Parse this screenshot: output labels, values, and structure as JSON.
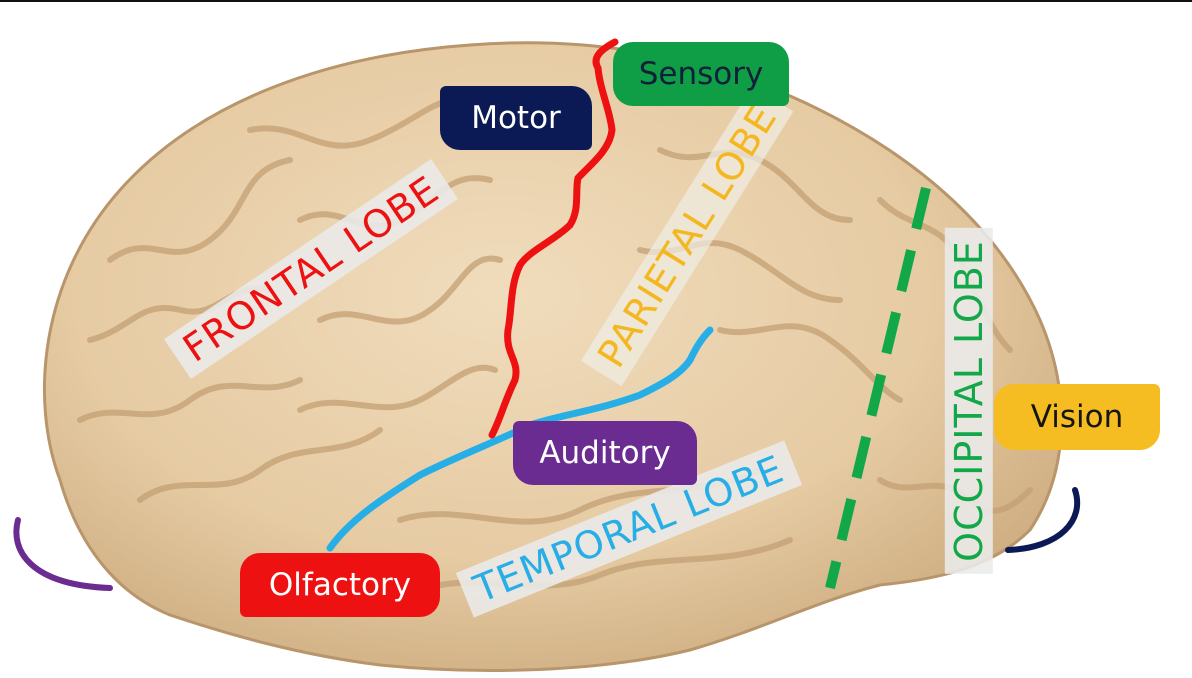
{
  "functions": {
    "motor": "Motor",
    "sensory": "Sensory",
    "auditory": "Auditory",
    "olfactory": "Olfactory",
    "vision": "Vision"
  },
  "lobes": {
    "frontal": "FRONTAL LOBE",
    "parietal": "PARIETAL LOBE",
    "temporal": "TEMPORAL LOBE",
    "occipital": "OCCIPITAL LOBE"
  },
  "colors": {
    "motor": "#0b1a55",
    "sensory": "#0f9d45",
    "auditory": "#6a2c91",
    "olfactory": "#ee1111",
    "vision": "#f6bd23",
    "frontal_text": "#ee1111",
    "parietal_text": "#f5b720",
    "temporal_text": "#27aee6",
    "occipital_text": "#12a84a",
    "central_sulcus": "#ee1111",
    "lateral_sulcus": "#27aee6",
    "occipital_boundary": "#12a84a",
    "brain_fill": "#e8cfa8"
  }
}
